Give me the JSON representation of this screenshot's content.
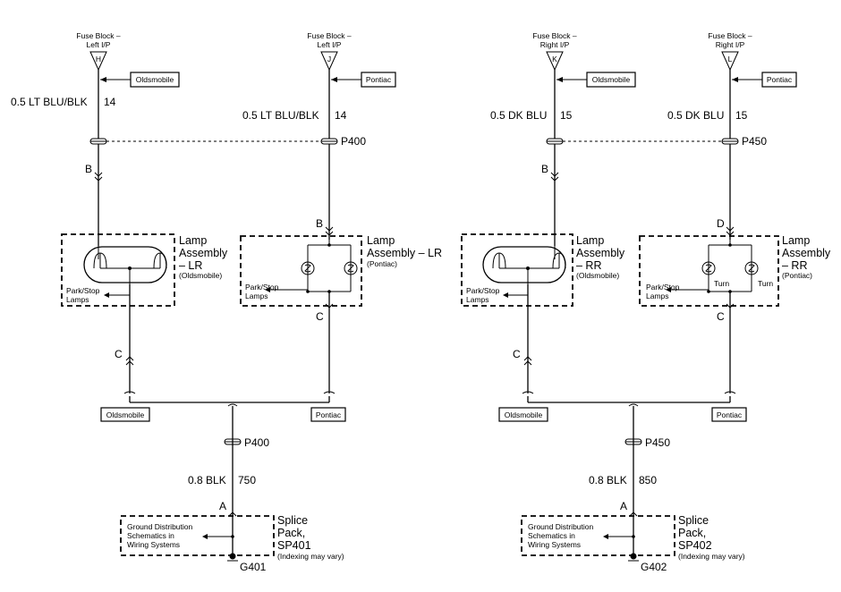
{
  "left": {
    "fuse_h_label": [
      "Fuse Block –",
      "Left I/P"
    ],
    "fuse_h_letter": "H",
    "fuse_j_label": [
      "Fuse Block –",
      "Left I/P"
    ],
    "fuse_j_letter": "J",
    "model_oldsmobile": "Oldsmobile",
    "model_pontiac": "Pontiac",
    "wire_olds": "0.5 LT BLU/BLK",
    "circuit_olds": "14",
    "wire_pont": "0.5 LT BLU/BLK",
    "circuit_pont": "14",
    "connector": "P400",
    "pin_b1": "B",
    "pin_b2": "B",
    "pin_c1": "C",
    "pin_c2": "C",
    "pin_a": "A",
    "lamp_olds": [
      "Lamp",
      "Assembly",
      "– LR"
    ],
    "lamp_olds_note": "(Oldsmobile)",
    "lamp_pont": [
      "Lamp",
      "Assembly – LR"
    ],
    "lamp_pont_note": "(Pontiac)",
    "park_stop_1": [
      "Park/Stop",
      "Lamps"
    ],
    "park_stop_2": [
      "Park/Stop",
      "Lamps"
    ],
    "bottom_olds": "Oldsmobile",
    "bottom_pont": "Pontiac",
    "connector_bottom": "P400",
    "ground_wire": "0.8 BLK",
    "ground_circuit": "750",
    "ground_ref": [
      "Ground Distribution",
      "Schematics in",
      "Wiring Systems"
    ],
    "splice": [
      "Splice",
      "Pack,",
      "SP401"
    ],
    "splice_note": "(Indexing may vary)",
    "ground": "G401"
  },
  "right": {
    "fuse_k_label": [
      "Fuse Block –",
      "Right I/P"
    ],
    "fuse_k_letter": "K",
    "fuse_l_label": [
      "Fuse Block –",
      "Right I/P"
    ],
    "fuse_l_letter": "L",
    "model_oldsmobile": "Oldsmobile",
    "model_pontiac": "Pontiac",
    "wire_olds": "0.5 DK BLU",
    "circuit_olds": "15",
    "wire_pont": "0.5 DK BLU",
    "circuit_pont": "15",
    "connector": "P450",
    "pin_b": "B",
    "pin_d": "D",
    "pin_c1": "C",
    "pin_c2": "C",
    "pin_a": "A",
    "lamp_olds": [
      "Lamp",
      "Assembly",
      "– RR"
    ],
    "lamp_olds_note": "(Oldsmobile)",
    "lamp_pont": [
      "Lamp",
      "Assembly",
      "– RR"
    ],
    "lamp_pont_note": "(Pontiac)",
    "park_stop_1": [
      "Park/Stop",
      "Lamps"
    ],
    "park_stop_2": [
      "Park/Stop",
      "Lamps"
    ],
    "turn_1": "Turn",
    "turn_2": "Turn",
    "bottom_olds": "Oldsmobile",
    "bottom_pont": "Pontiac",
    "connector_bottom": "P450",
    "ground_wire": "0.8 BLK",
    "ground_circuit": "850",
    "ground_ref": [
      "Ground Distribution",
      "Schematics in",
      "Wiring Systems"
    ],
    "splice": [
      "Splice",
      "Pack,",
      "SP402"
    ],
    "splice_note": "(Indexing may vary)",
    "ground": "G402"
  }
}
